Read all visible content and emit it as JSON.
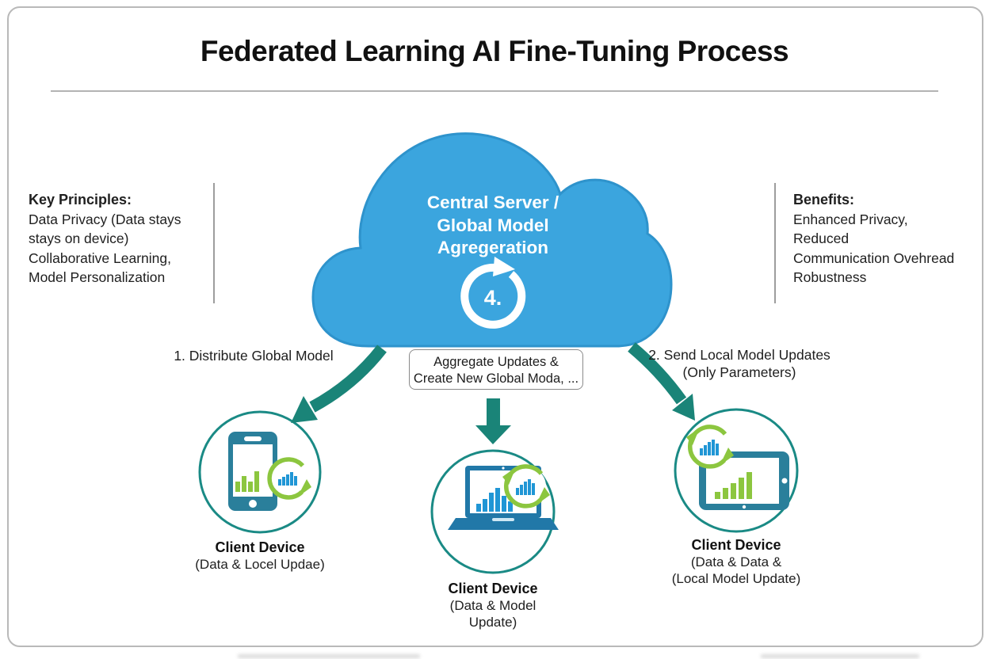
{
  "title": "Federated Learning AI Fine-Tuning Process",
  "key_principles": {
    "heading": "Key Principles:",
    "lines": [
      "Data Privacy (Data stays",
      "stays on device)",
      "Collaborative Learning,",
      "Model Personalization"
    ]
  },
  "benefits": {
    "heading": "Benefits:",
    "lines": [
      "Enhanced Privacy,",
      "Reduced",
      "Communication Ovehread",
      "Robustness"
    ]
  },
  "cloud": {
    "lines": [
      "Central Server /",
      "Global Model",
      "Agregeration"
    ],
    "step": "4."
  },
  "flows": {
    "distribute": "1. Distribute Global Model",
    "aggregate": [
      "Aggregate Updates &",
      "Create New Global Moda, ..."
    ],
    "send": [
      "2. Send Local Model Updates",
      "(Only Parameters)"
    ]
  },
  "clients": {
    "left": {
      "title": "Client Device",
      "subtitle": "(Data & Locel Updae)"
    },
    "center": {
      "title": "Client Device",
      "lines": [
        "(Data & Model",
        "Update)"
      ]
    },
    "right": {
      "title": "Client Device",
      "lines": [
        "(Data & Data &",
        "(Local Model Update)"
      ]
    }
  },
  "icons": {
    "cloud": "cloud-icon",
    "sync": "sync-refresh-icon",
    "devices": [
      "smartphone-icon",
      "laptop-icon",
      "tablet-icon"
    ]
  },
  "colors": {
    "cloud_blue": "#3BA5DE",
    "cloud_outline": "#2E93CC",
    "flow_teal": "#1A8478",
    "circle_teal": "#1A8A85",
    "device_teal": "#2A7F9B",
    "laptop_blue": "#2178A8",
    "sync_green": "#8CC63F",
    "bar_blue": "#2096D5"
  }
}
